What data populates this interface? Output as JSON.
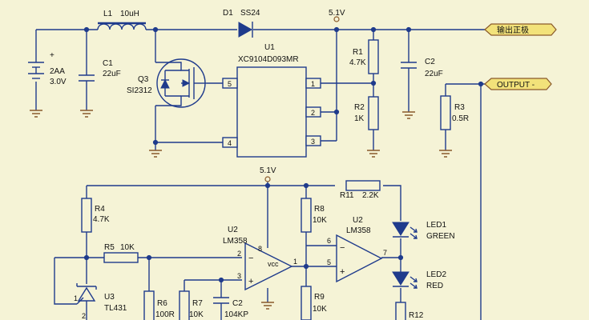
{
  "battery": {
    "plus": "+",
    "name": "2AA",
    "voltage": "3.0V"
  },
  "c1": {
    "ref": "C1",
    "value": "22uF"
  },
  "l1": {
    "ref": "L1",
    "value": "10uH"
  },
  "d1": {
    "ref": "D1",
    "part": "SS24"
  },
  "q3": {
    "ref": "Q3",
    "part": "SI2312"
  },
  "u1": {
    "ref": "U1",
    "part": "XC9104D093MR",
    "pins": [
      "5",
      "4",
      "1",
      "2",
      "3"
    ]
  },
  "rail_top": "5.1V",
  "r1": {
    "ref": "R1",
    "value": "4.7K"
  },
  "r2": {
    "ref": "R2",
    "value": "1K"
  },
  "c2": {
    "ref": "C2",
    "value": "22uF"
  },
  "out_pos": "输出正极",
  "out_neg": "OUTPUT -",
  "r3": {
    "ref": "R3",
    "value": "0.5R"
  },
  "rail_mid": "5.1V",
  "r4": {
    "ref": "R4",
    "value": "4.7K"
  },
  "r5": {
    "ref": "R5",
    "value": "10K"
  },
  "u3": {
    "ref": "U3",
    "part": "TL431",
    "pin1": "1",
    "pin2": "2"
  },
  "r6": {
    "ref": "R6",
    "value": "100R"
  },
  "r7": {
    "ref": "R7",
    "value": "10K"
  },
  "c2b": {
    "ref": "C2",
    "value": "104KP"
  },
  "u2a": {
    "ref": "U2",
    "part": "LM358",
    "pin2": "2",
    "pin3": "3",
    "pin8": "8",
    "pin1": "1",
    "vcc": "vcc",
    "minus": "−",
    "plus": "+"
  },
  "r8": {
    "ref": "R8",
    "value": "10K"
  },
  "r9": {
    "ref": "R9",
    "value": "10K"
  },
  "r11": {
    "ref": "R11",
    "value": "2.2K"
  },
  "u2b": {
    "ref": "U2",
    "part": "LM358",
    "pin6": "6",
    "pin5": "5",
    "pin7": "7",
    "minus": "−",
    "plus": "+"
  },
  "led1": {
    "ref": "LED1",
    "color": "GREEN"
  },
  "led2": {
    "ref": "LED2",
    "color": "RED"
  },
  "r12": {
    "ref": "R12"
  }
}
